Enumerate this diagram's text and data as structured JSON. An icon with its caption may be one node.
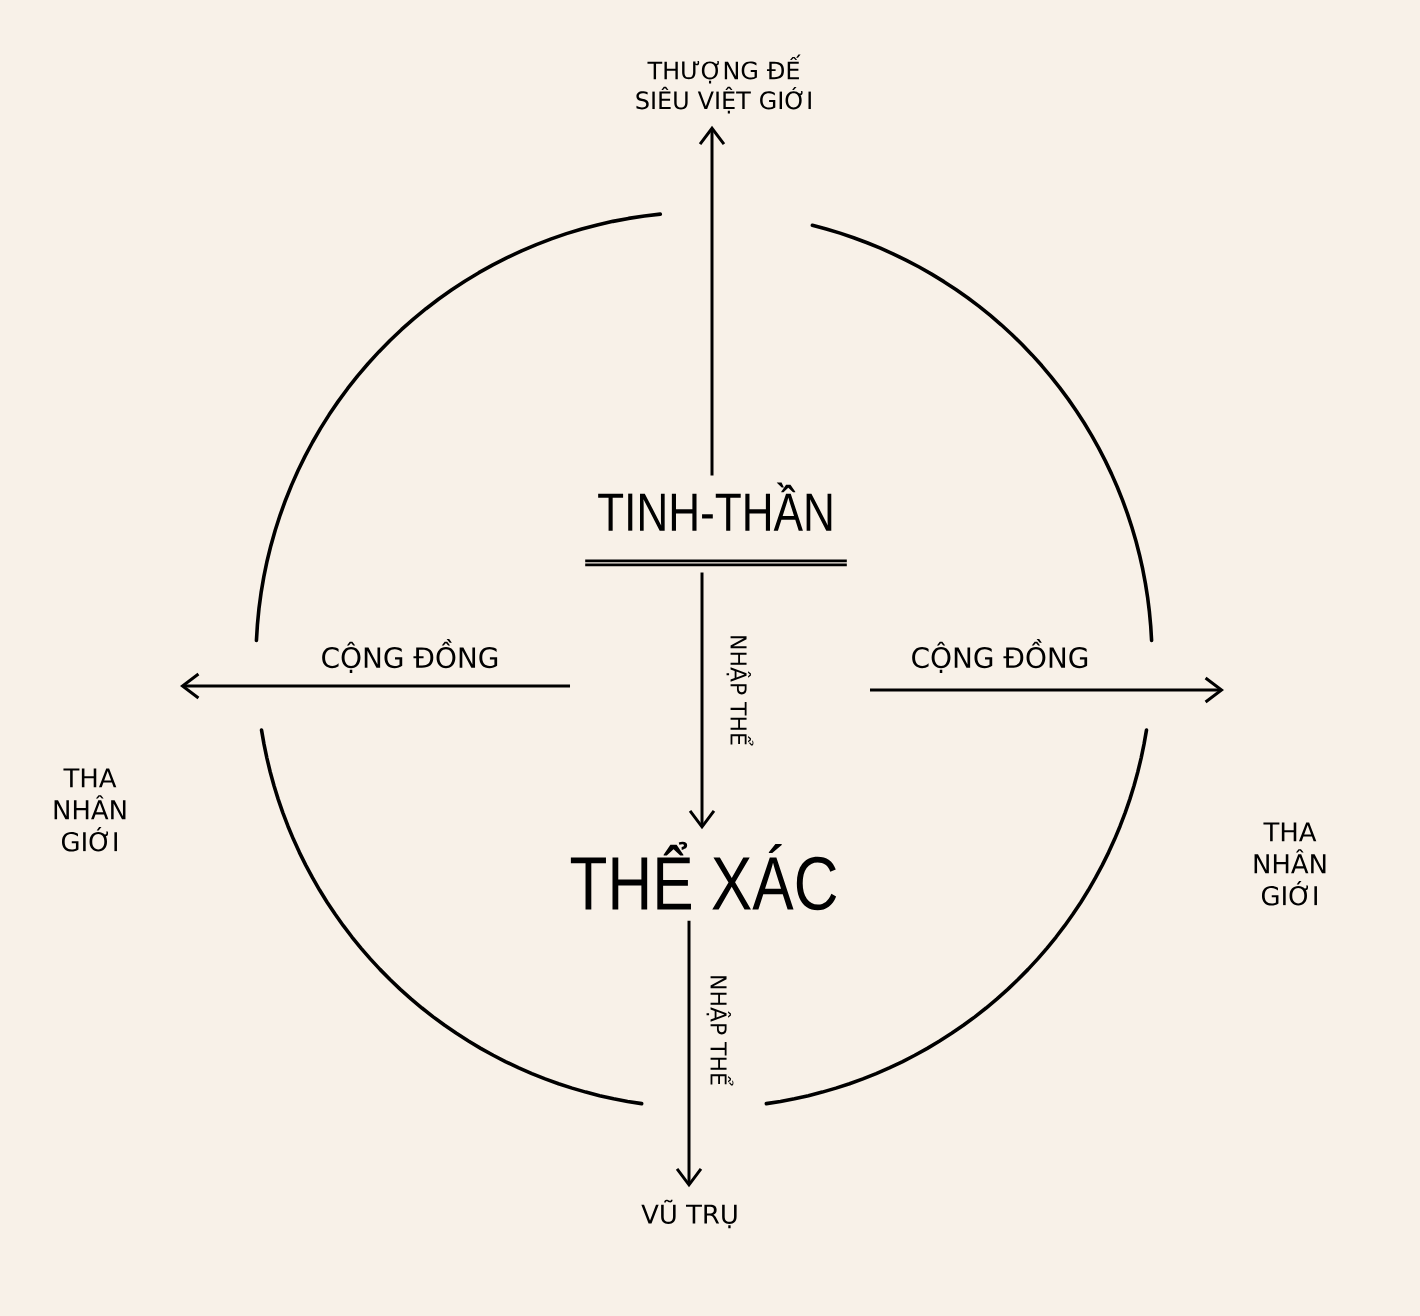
{
  "diagram": {
    "nodes": [
      {
        "text": [
          "THƯỢNG ĐẾ SIÊU VIỆT GIỚI"
        ]
      },
      {
        "text": [
          "TINH-THẦN"
        ]
      },
      {
        "text": [
          "THỂ XÁC"
        ]
      },
      {
        "text": [
          "VŨ TRỤ"
        ]
      },
      {
        "text": [
          "THA NHÂN GIỚI"
        ]
      },
      {
        "text": [
          "THA NHÂN GIỚI"
        ]
      }
    ],
    "edges": [
      {
        "from": 1,
        "to": 0,
        "arrow": "to"
      },
      {
        "from": 1,
        "to": 2,
        "arrow": "to",
        "label": "NHẬP THỂ"
      },
      {
        "from": 2,
        "to": 3,
        "arrow": "to",
        "label": "NHẬP THỂ"
      }
    ],
    "labels": [
      "CỘNG ĐỒNG",
      "CỘNG ĐỒNG"
    ]
  }
}
